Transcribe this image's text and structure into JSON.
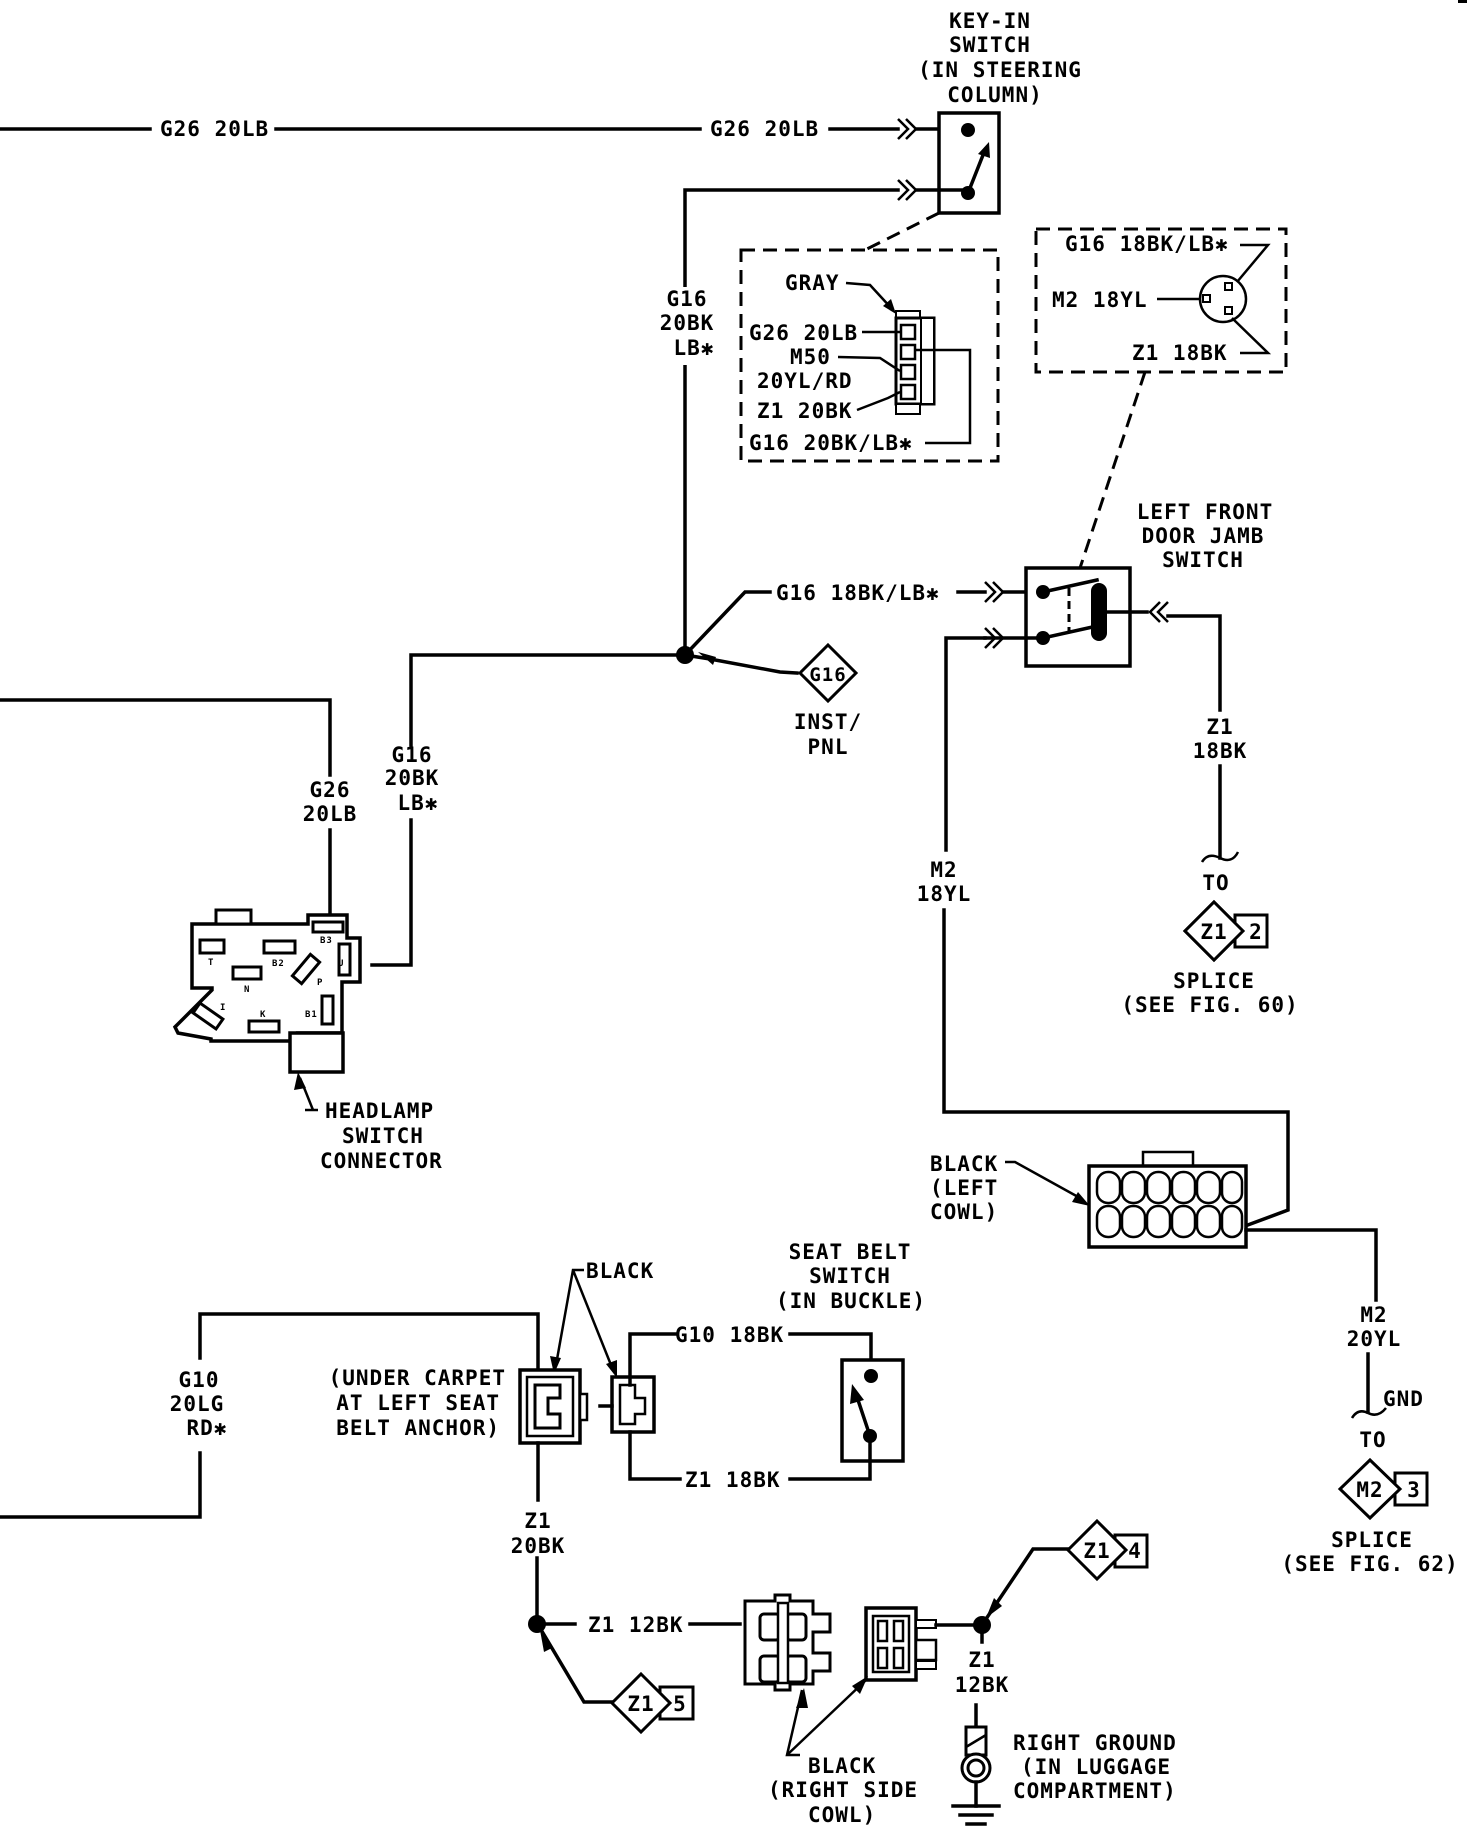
{
  "diagram": {
    "kind": "automotive wiring diagram",
    "background": "#ffffff",
    "ink": "#000000"
  },
  "wires": {
    "top_g26_left": "G26 20LB",
    "top_g26_right": "G26 20LB",
    "g16_vertical": [
      "G16",
      "20BK",
      "LB✱"
    ],
    "g16_to_door": "G16 18BK/LB✱",
    "g26_headlamp": [
      "G26",
      "20LB"
    ],
    "g16_headlamp": [
      "G16",
      "20BK",
      "LB✱"
    ],
    "m2_18yl": [
      "M2",
      "18YL"
    ],
    "z1_18bk_door": [
      "Z1",
      "18BK"
    ],
    "m2_20yl": [
      "M2",
      "20YL"
    ],
    "gnd": "GND",
    "g10_left": [
      "G10",
      "20LG",
      "RD✱"
    ],
    "g10_seatbelt": "G10 18BK",
    "z1_seatbelt": "Z1 18BK",
    "z1_20bk": [
      "Z1",
      "20BK"
    ],
    "z1_12bk_h": "Z1 12BK",
    "z1_12bk_v": [
      "Z1",
      "12BK"
    ]
  },
  "components": {
    "key_in_switch": [
      "KEY-IN",
      "SWITCH",
      "(IN STEERING",
      "COLUMN)"
    ],
    "key_in_connector": {
      "color_label": "GRAY",
      "pins": [
        "G26 20LB",
        "M50",
        "20YL/RD",
        "Z1 20BK",
        "G16 20BK/LB✱"
      ]
    },
    "door_jamb_connector": {
      "pins": [
        "G16 18BK/LB✱",
        "M2 18YL",
        "Z1 18BK"
      ]
    },
    "door_jamb_switch": [
      "LEFT FRONT",
      "DOOR JAMB",
      "SWITCH"
    ],
    "ground_g16": {
      "code": "G16",
      "label": [
        "INST/",
        "PNL"
      ]
    },
    "headlamp_switch_connector": {
      "label": [
        "HEADLAMP",
        "SWITCH",
        "CONNECTOR"
      ],
      "pin_letters": [
        "T",
        "B2",
        "N",
        "P",
        "I",
        "K",
        "B1",
        "U",
        "B3"
      ]
    },
    "left_cowl_connector": [
      "BLACK",
      "(LEFT",
      "COWL)"
    ],
    "seat_belt_switch": [
      "SEAT BELT",
      "SWITCH",
      "(IN BUCKLE)"
    ],
    "seat_belt_connector_color": "BLACK",
    "under_carpet": [
      "(UNDER CARPET",
      "AT LEFT SEAT",
      "BELT ANCHOR)"
    ],
    "right_side_cowl": [
      "BLACK",
      "(RIGHT SIDE",
      "COWL)"
    ],
    "right_ground": [
      "RIGHT GROUND",
      "(IN LUGGAGE",
      "COMPARTMENT)"
    ]
  },
  "splices": {
    "z1_2": {
      "code": "Z1",
      "num": "2",
      "to": "TO",
      "label": [
        "SPLICE",
        "(SEE FIG. 60)"
      ]
    },
    "m2_3": {
      "code": "M2",
      "num": "3",
      "to": "TO",
      "label": [
        "SPLICE",
        "(SEE FIG. 62)"
      ]
    },
    "z1_4": {
      "code": "Z1",
      "num": "4"
    },
    "z1_5": {
      "code": "Z1",
      "num": "5"
    }
  }
}
